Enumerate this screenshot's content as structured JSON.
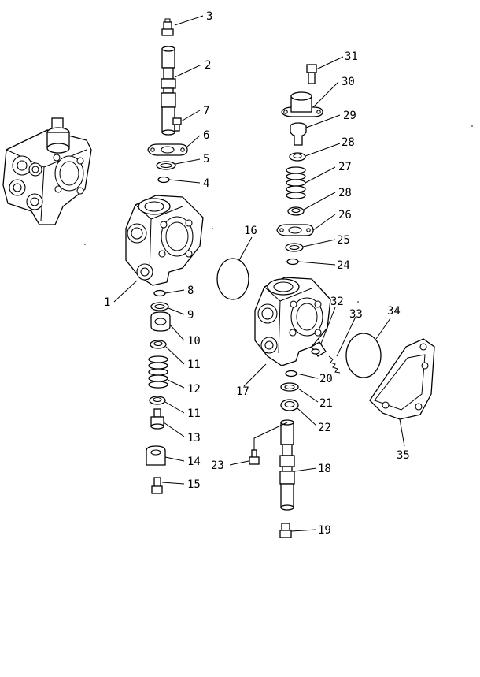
{
  "figure": {
    "callouts": [
      {
        "id": "3",
        "label": "3"
      },
      {
        "id": "2",
        "label": "2"
      },
      {
        "id": "7",
        "label": "7"
      },
      {
        "id": "6",
        "label": "6"
      },
      {
        "id": "5",
        "label": "5"
      },
      {
        "id": "4",
        "label": "4"
      },
      {
        "id": "1",
        "label": "1"
      },
      {
        "id": "8",
        "label": "8"
      },
      {
        "id": "9",
        "label": "9"
      },
      {
        "id": "10",
        "label": "10"
      },
      {
        "id": "11a",
        "label": "11"
      },
      {
        "id": "12",
        "label": "12"
      },
      {
        "id": "11b",
        "label": "11"
      },
      {
        "id": "13",
        "label": "13"
      },
      {
        "id": "14",
        "label": "14"
      },
      {
        "id": "15",
        "label": "15"
      },
      {
        "id": "16",
        "label": "16"
      },
      {
        "id": "17",
        "label": "17"
      },
      {
        "id": "31",
        "label": "31"
      },
      {
        "id": "30",
        "label": "30"
      },
      {
        "id": "29",
        "label": "29"
      },
      {
        "id": "28a",
        "label": "28"
      },
      {
        "id": "27",
        "label": "27"
      },
      {
        "id": "28b",
        "label": "28"
      },
      {
        "id": "26",
        "label": "26"
      },
      {
        "id": "25",
        "label": "25"
      },
      {
        "id": "24",
        "label": "24"
      },
      {
        "id": "32",
        "label": "32"
      },
      {
        "id": "33",
        "label": "33"
      },
      {
        "id": "34",
        "label": "34"
      },
      {
        "id": "20",
        "label": "20"
      },
      {
        "id": "21",
        "label": "21"
      },
      {
        "id": "22",
        "label": "22"
      },
      {
        "id": "23",
        "label": "23"
      },
      {
        "id": "18",
        "label": "18"
      },
      {
        "id": "19",
        "label": "19"
      },
      {
        "id": "35",
        "label": "35"
      }
    ]
  }
}
